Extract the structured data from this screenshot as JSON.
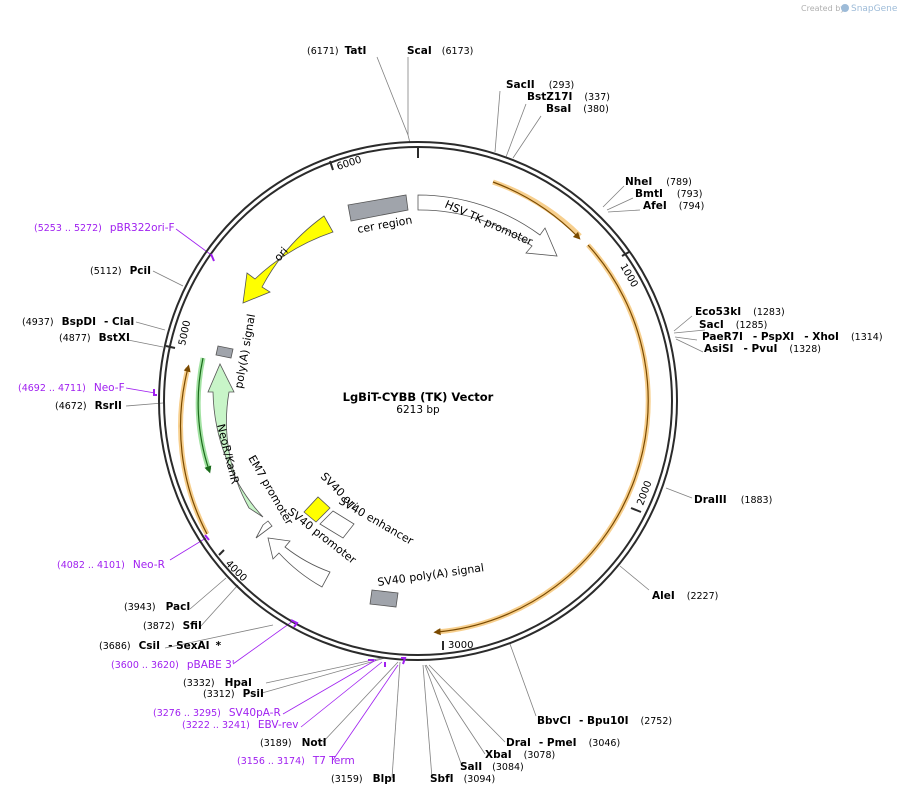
{
  "brand": {
    "prefix": "Created by",
    "name": "SnapGene"
  },
  "title": "LgBiT-CYBB (TK) Vector",
  "length": "6213 bp",
  "ticks": [
    "1000",
    "2000",
    "3000",
    "4000",
    "5000",
    "6000"
  ],
  "features": {
    "cer_region": "cer region",
    "hsv_tk": "HSV TK promoter",
    "ori": "ori",
    "polya": "poly(A) signal",
    "neo": "NeoR/KanR",
    "em7": "EM7 promoter",
    "sv40_ori": "SV40 ori",
    "sv40_enh": "SV40 enhancer",
    "sv40_prom": "SV40 promoter",
    "sv40_pa": "SV40 poly(A) signal"
  },
  "sites": {
    "tati": {
      "name": "TatI",
      "pos": "(6171)"
    },
    "scai": {
      "name": "ScaI",
      "pos": "(6173)"
    },
    "sacii": {
      "name": "SacII",
      "pos": "(293)"
    },
    "bst17": {
      "name": "BstZ17I",
      "pos": "(337)"
    },
    "bsai": {
      "name": "BsaI",
      "pos": "(380)"
    },
    "nhei": {
      "name": "NheI",
      "pos": "(789)"
    },
    "bmti": {
      "name": "BmtI",
      "pos": "(793)"
    },
    "afei": {
      "name": "AfeI",
      "pos": "(794)"
    },
    "eco53": {
      "name": "Eco53kI",
      "pos": "(1283)"
    },
    "saci": {
      "name": "SacI",
      "pos": "(1285)"
    },
    "paer7": {
      "name": "PaeR7I",
      "name2": "- PspXI",
      "name3": "- XhoI",
      "pos": "(1314)"
    },
    "asisi": {
      "name": "AsiSI",
      "name2": "- PvuI",
      "pos": "(1328)"
    },
    "draiii": {
      "name": "DraIII",
      "pos": "(1883)"
    },
    "alei": {
      "name": "AleI",
      "pos": "(2227)"
    },
    "bbvci": {
      "name": "BbvCI",
      "name2": "- Bpu10I",
      "pos": "(2752)"
    },
    "drai": {
      "name": "DraI",
      "name2": "- PmeI",
      "pos": "(3046)"
    },
    "xbai": {
      "name": "XbaI",
      "pos": "(3078)"
    },
    "sali": {
      "name": "SalI",
      "pos": "(3084)"
    },
    "sbfi": {
      "name": "SbfI",
      "pos": "(3094)"
    },
    "blpi": {
      "name": "BlpI",
      "pos": "(3159)"
    },
    "noti": {
      "name": "NotI",
      "pos": "(3189)"
    },
    "psii": {
      "name": "PsiI",
      "pos": "(3312)"
    },
    "hpai": {
      "name": "HpaI",
      "pos": "(3332)"
    },
    "csii": {
      "name": "CsiI",
      "name2": "- SexAI",
      "star": "*",
      "pos": "(3686)"
    },
    "sfii": {
      "name": "SfiI",
      "pos": "(3872)"
    },
    "paci": {
      "name": "PacI",
      "pos": "(3943)"
    },
    "rsrii": {
      "name": "RsrII",
      "pos": "(4672)"
    },
    "bstxi": {
      "name": "BstXI",
      "pos": "(4877)"
    },
    "bspdi": {
      "name": "BspDI",
      "name2": "- ClaI",
      "pos": "(4937)"
    },
    "pcii": {
      "name": "PciI",
      "pos": "(5112)"
    }
  },
  "primers": {
    "pbr322": {
      "name": "pBR322ori-F",
      "pos": "(5253 .. 5272)"
    },
    "neof": {
      "name": "Neo-F",
      "pos": "(4692 .. 4711)"
    },
    "neor": {
      "name": "Neo-R",
      "pos": "(4082 .. 4101)"
    },
    "pbabe": {
      "name": "pBABE 3'",
      "pos": "(3600 .. 3620)"
    },
    "sv40pa": {
      "name": "SV40pA-R",
      "pos": "(3276 .. 3295)"
    },
    "ebv": {
      "name": "EBV-rev",
      "pos": "(3222 .. 3241)"
    },
    "t7": {
      "name": "T7 Term",
      "pos": "(3156 .. 3174)"
    }
  },
  "colors": {
    "backbone": "#2b2b2b",
    "orf": "#f0a830",
    "ori": "#ffff00",
    "neo": "#c8f5c8",
    "misc": "#a0a4ab",
    "primer": "#a020f0",
    "leader": "#808080"
  }
}
